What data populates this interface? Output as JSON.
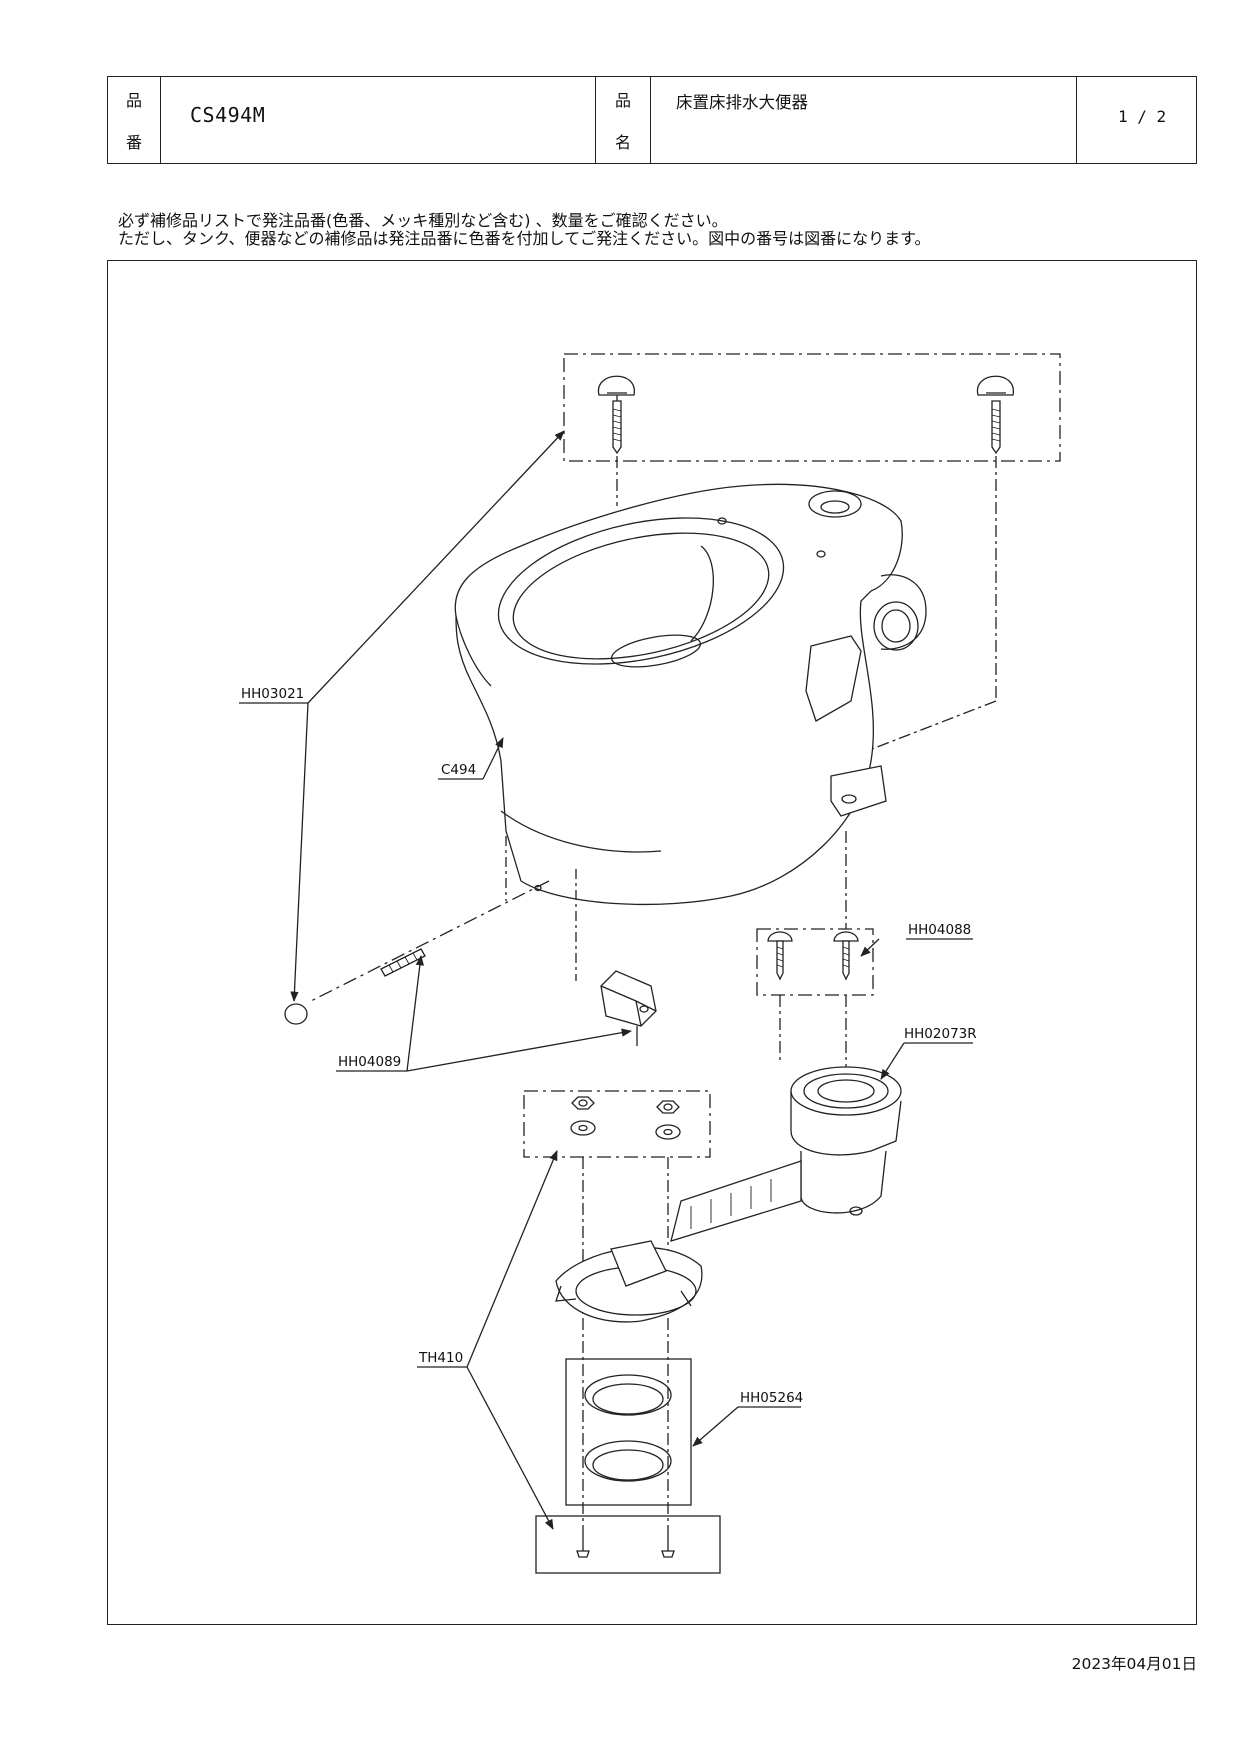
{
  "header": {
    "part_no_label": [
      "品",
      "番"
    ],
    "part_no": "CS494M",
    "product_name_label": [
      "品",
      "名"
    ],
    "product_name": "床置床排水大便器",
    "page": "1 / 2"
  },
  "notes": [
    "必ず補修品リストで発注品番(色番、メッキ種別など含む) 、数量をご確認ください。",
    "ただし、タンク、便器などの補修品は発注品番に色番を付加してご発注ください。図中の番号は図番になります。"
  ],
  "callouts": {
    "hh03021": "HH03021",
    "c494": "C494",
    "hh04088": "HH04088",
    "hh02073r": "HH02073R",
    "hh04089": "HH04089",
    "th410": "TH410",
    "hh05264": "HH05264"
  },
  "footer": {
    "date": "2023年04月01日"
  }
}
